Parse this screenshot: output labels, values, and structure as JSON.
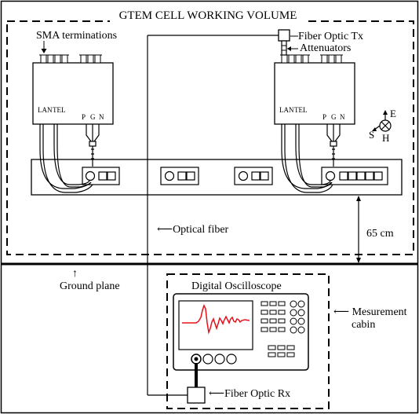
{
  "labels": {
    "title": "GTEM CELL WORKING VOLUME",
    "sma_terminations": "SMA terminations",
    "fiber_optic_tx": "Fiber Optic Tx",
    "attenuators": "Attenuators",
    "lan": "LAN",
    "tel": "TEL",
    "p": "P",
    "g": "G",
    "n": "N",
    "axis_e": "E",
    "axis_s": "S",
    "axis_h": "H",
    "optical_fiber": "⟵Optical fiber",
    "distance": "65 cm",
    "ground_plane_arrow": "↑",
    "ground_plane": "Ground plane",
    "digital_oscilloscope": "Digital Oscilloscope",
    "measurement_cabin_line1": "⟵ Mesurement",
    "measurement_cabin_line2": "cabin",
    "fiber_optic_rx": "⟵Fiber Optic Rx"
  },
  "colors": {
    "line": "#000000",
    "waveform": "#e8101a",
    "background": "#ffffff"
  }
}
